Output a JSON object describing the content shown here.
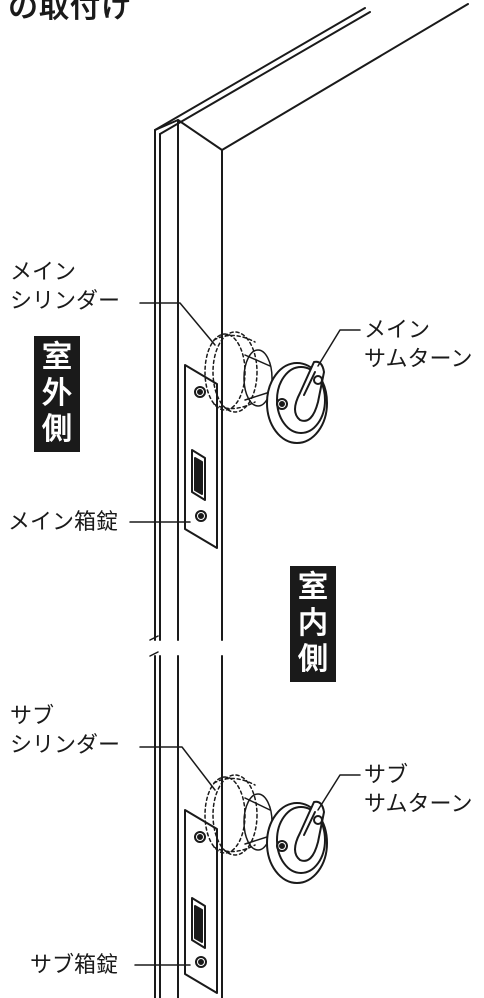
{
  "title": "の取付け",
  "side_tags": {
    "outside": [
      "室",
      "外",
      "側"
    ],
    "inside": [
      "室",
      "内",
      "側"
    ]
  },
  "labels": {
    "main_cylinder": "メイン\nシリンダー",
    "main_thumbturn": "メイン\nサムターン",
    "main_lock_case": "メイン箱錠",
    "sub_cylinder": "サブ\nシリンダー",
    "sub_thumbturn": "サブ\nサムターン",
    "sub_lock_case": "サブ箱錠"
  }
}
